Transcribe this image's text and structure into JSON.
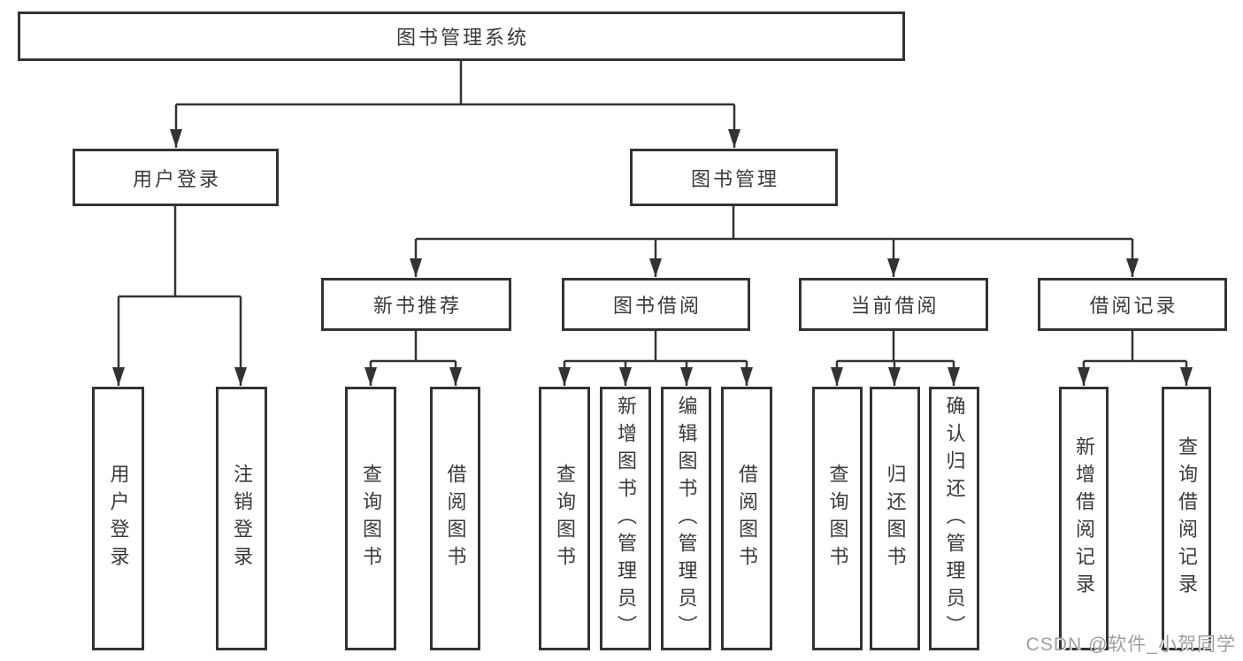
{
  "diagram": {
    "title": "图书管理系统",
    "colors": {
      "line": "#333333",
      "box_border": "#333333",
      "text": "#3a3a3a",
      "background": "#ffffff",
      "watermark": "#9f9f9f"
    },
    "watermark": "CSDN @软件_小贺同学",
    "nodes": {
      "root": {
        "label": "图书管理系统"
      },
      "user_login": {
        "label": "用户登录"
      },
      "book_mgmt": {
        "label": "图书管理"
      },
      "new_book_rec": {
        "label": "新书推荐"
      },
      "book_borrow": {
        "label": "图书借阅"
      },
      "current_borrow": {
        "label": "当前借阅"
      },
      "borrow_record": {
        "label": "借阅记录"
      },
      "leaf_user_login": {
        "label": "用户登录"
      },
      "leaf_logout": {
        "label": "注销登录"
      },
      "leaf_query_book_a": {
        "label": "查询图书"
      },
      "leaf_borrow_book_a": {
        "label": "借阅图书"
      },
      "leaf_query_book_b": {
        "label": "查询图书"
      },
      "leaf_add_book": {
        "label": "新增图书（管理员）"
      },
      "leaf_edit_book": {
        "label": "编辑图书（管理员）"
      },
      "leaf_borrow_book_b": {
        "label": "借阅图书"
      },
      "leaf_query_book_c": {
        "label": "查询图书"
      },
      "leaf_return_book": {
        "label": "归还图书"
      },
      "leaf_confirm_return": {
        "label": "确认归还（管理员）"
      },
      "leaf_add_record": {
        "label": "新增借阅记录"
      },
      "leaf_query_record": {
        "label": "查询借阅记录"
      }
    },
    "hierarchy": {
      "图书管理系统": {
        "用户登录": [
          "用户登录",
          "注销登录"
        ],
        "图书管理": {
          "新书推荐": [
            "查询图书",
            "借阅图书"
          ],
          "图书借阅": [
            "查询图书",
            "新增图书（管理员）",
            "编辑图书（管理员）",
            "借阅图书"
          ],
          "当前借阅": [
            "查询图书",
            "归还图书",
            "确认归还（管理员）"
          ],
          "借阅记录": [
            "新增借阅记录",
            "查询借阅记录"
          ]
        }
      }
    }
  }
}
